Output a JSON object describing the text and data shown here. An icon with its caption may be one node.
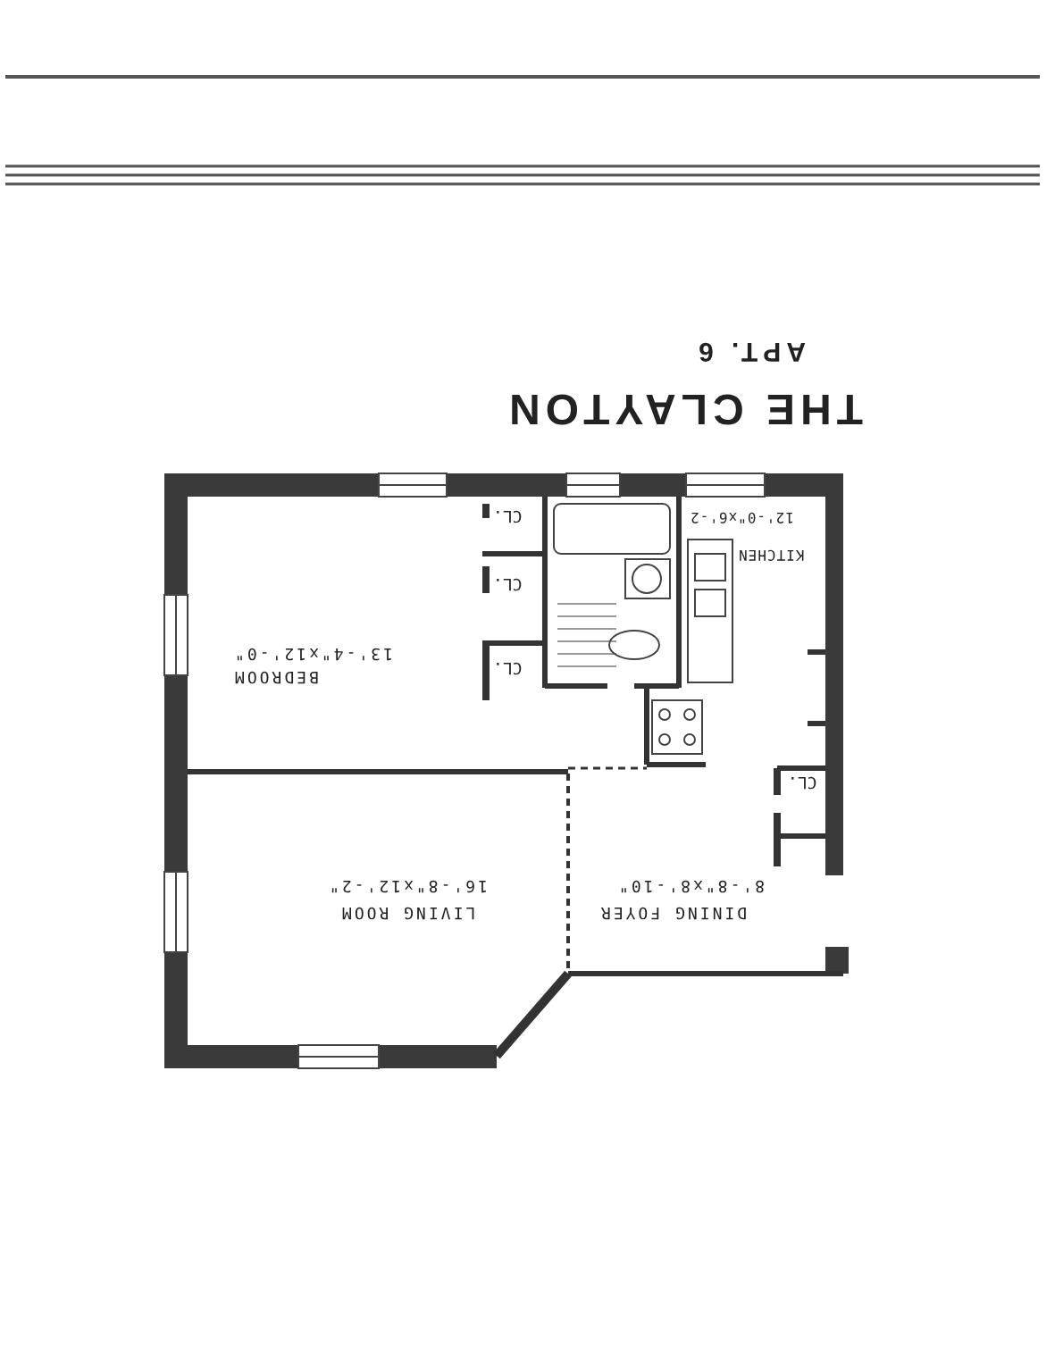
{
  "diagram": {
    "title": "THE CLAYTON",
    "nodes": [
      {
        "text": [
          "BEDROOM",
          "13'-4\"x12'-0\""
        ]
      },
      {
        "text": [
          "KITCHEN",
          "12'-0\"x6'-2"
        ]
      },
      {
        "text": [
          "LIVING ROOM",
          "16'-8\"x12'-2\""
        ]
      },
      {
        "text": [
          "DINING FOYER",
          "8'-8\"x8'-10\""
        ]
      }
    ],
    "edges": [],
    "labels": [
      "APT. 6",
      "CL.",
      "CL.",
      "CL.",
      "CL."
    ]
  }
}
